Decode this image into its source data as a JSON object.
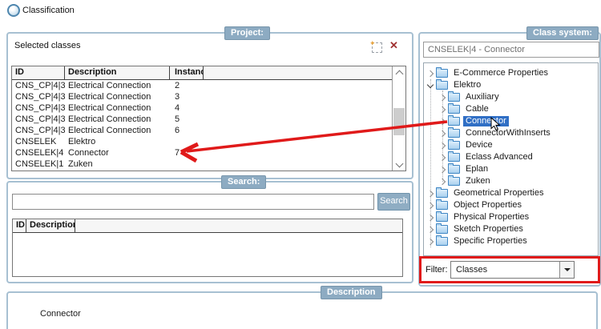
{
  "window": {
    "title": "Classification"
  },
  "icons": {
    "new_item_spark": "✦",
    "delete_x": "✕"
  },
  "project": {
    "badge": "Project:",
    "panel_title": "Selected classes",
    "table": {
      "columns": [
        "ID",
        "Description",
        "Instance"
      ],
      "rows": [
        {
          "id": "CNS_CP|4|3",
          "description": "Electrical Connection",
          "instance": "2"
        },
        {
          "id": "CNS_CP|4|3",
          "description": "Electrical Connection",
          "instance": "3"
        },
        {
          "id": "CNS_CP|4|3",
          "description": "Electrical Connection",
          "instance": "4"
        },
        {
          "id": "CNS_CP|4|3",
          "description": "Electrical Connection",
          "instance": "5"
        },
        {
          "id": "CNS_CP|4|3",
          "description": "Electrical Connection",
          "instance": "6"
        },
        {
          "id": "CNSELEK",
          "description": "Elektro",
          "instance": ""
        },
        {
          "id": "CNSELEK|4",
          "description": "Connector",
          "instance": "7"
        },
        {
          "id": "CNSELEK|1",
          "description": "Zuken",
          "instance": ""
        }
      ]
    }
  },
  "search": {
    "badge": "Search:",
    "input_value": "",
    "button_label": "Search",
    "results": {
      "columns": [
        "ID",
        "Description"
      ],
      "rows": []
    }
  },
  "class_system": {
    "badge": "Class system:",
    "selected_path": "CNSELEK|4 - Connector",
    "filter_label": "Filter:",
    "filter_value": "Classes",
    "tree": [
      {
        "label": "E-Commerce Properties",
        "level": 0,
        "expanded": false,
        "selected": false
      },
      {
        "label": "Elektro",
        "level": 0,
        "expanded": true,
        "selected": false
      },
      {
        "label": "Auxiliary",
        "level": 1,
        "expanded": false,
        "selected": false
      },
      {
        "label": "Cable",
        "level": 1,
        "expanded": false,
        "selected": false
      },
      {
        "label": "Connector",
        "level": 1,
        "expanded": false,
        "selected": true
      },
      {
        "label": "ConnectorWithInserts",
        "level": 1,
        "expanded": false,
        "selected": false
      },
      {
        "label": "Device",
        "level": 1,
        "expanded": false,
        "selected": false
      },
      {
        "label": "Eclass Advanced",
        "level": 1,
        "expanded": false,
        "selected": false
      },
      {
        "label": "Eplan",
        "level": 1,
        "expanded": false,
        "selected": false
      },
      {
        "label": "Zuken",
        "level": 1,
        "expanded": false,
        "selected": false
      },
      {
        "label": "Geometrical Properties",
        "level": 0,
        "expanded": false,
        "selected": false
      },
      {
        "label": "Object Properties",
        "level": 0,
        "expanded": false,
        "selected": false
      },
      {
        "label": "Physical Properties",
        "level": 0,
        "expanded": false,
        "selected": false
      },
      {
        "label": "Sketch Properties",
        "level": 0,
        "expanded": false,
        "selected": false
      },
      {
        "label": "Specific Properties",
        "level": 0,
        "expanded": false,
        "selected": false
      }
    ]
  },
  "description": {
    "badge": "Description",
    "text": "Connector"
  },
  "colors": {
    "accent_badge": "#8dabc2",
    "group_border": "#a7c0d2",
    "selection_blue": "#306fc5",
    "annotation_red": "#e01a1a",
    "folder_blue": "#3f86c4"
  }
}
